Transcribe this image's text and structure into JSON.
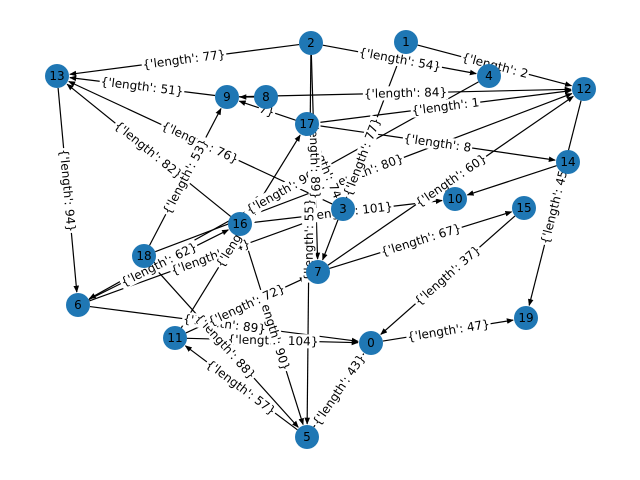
{
  "graph": {
    "directed": true,
    "node_color": "#1f77b4",
    "nodes": [
      {
        "id": "0",
        "label": "0"
      },
      {
        "id": "1",
        "label": "1"
      },
      {
        "id": "2",
        "label": "2"
      },
      {
        "id": "3",
        "label": "3"
      },
      {
        "id": "4",
        "label": "4"
      },
      {
        "id": "5",
        "label": "5"
      },
      {
        "id": "6",
        "label": "6"
      },
      {
        "id": "7",
        "label": "7"
      },
      {
        "id": "8",
        "label": "8"
      },
      {
        "id": "9",
        "label": "9"
      },
      {
        "id": "10",
        "label": "10"
      },
      {
        "id": "11",
        "label": "11"
      },
      {
        "id": "12",
        "label": "12"
      },
      {
        "id": "13",
        "label": "13"
      },
      {
        "id": "14",
        "label": "14"
      },
      {
        "id": "15",
        "label": "15"
      },
      {
        "id": "16",
        "label": "16"
      },
      {
        "id": "17",
        "label": "17"
      },
      {
        "id": "18",
        "label": "18"
      },
      {
        "id": "19",
        "label": "19"
      }
    ],
    "edges": [
      {
        "source": "2",
        "target": "13",
        "label": "{'length': 77}"
      },
      {
        "source": "2",
        "target": "4",
        "label": "{'length': 54}"
      },
      {
        "source": "1",
        "target": "12",
        "label": "{'length': 2"
      },
      {
        "source": "9",
        "target": "13",
        "label": "{'length': 51}"
      },
      {
        "source": "8",
        "target": "9",
        "label": ""
      },
      {
        "source": "17",
        "target": "9",
        "label": "7}"
      },
      {
        "source": "16",
        "target": "13",
        "label": "{'length': 82}"
      },
      {
        "source": "3",
        "target": "13",
        "label": "{'length': 76}"
      },
      {
        "source": "13",
        "target": "6",
        "label": "{'length': 94}"
      },
      {
        "source": "17",
        "target": "12",
        "label": "{'length': 1"
      },
      {
        "source": "9",
        "target": "12",
        "label": "{'length': 84}"
      },
      {
        "source": "18",
        "target": "12",
        "label": "{'length': 80}"
      },
      {
        "source": "7",
        "target": "12",
        "label": "{'length': 60}"
      },
      {
        "source": "17",
        "target": "14",
        "label": "{'length': 8"
      },
      {
        "source": "16",
        "target": "10",
        "label": "{'length': 101}"
      },
      {
        "source": "6",
        "target": "3",
        "label": "{'length': 84}"
      },
      {
        "source": "7",
        "target": "15",
        "label": "{'length': 67}"
      },
      {
        "source": "12",
        "target": "19",
        "label": "{'length': 45}"
      },
      {
        "source": "0",
        "target": "19",
        "label": "{'length': 47}"
      },
      {
        "source": "11",
        "target": "0",
        "label": "{'length': 104}"
      },
      {
        "source": "6",
        "target": "0",
        "label": "{'length': 89}"
      },
      {
        "source": "5",
        "target": "11",
        "label": "{'length': 57}"
      },
      {
        "source": "18",
        "target": "5",
        "label": "{'length': 88}"
      },
      {
        "source": "16",
        "target": "5",
        "label": "{'length': 90}"
      },
      {
        "source": "5",
        "target": "0",
        "label": "{'length': 43}"
      },
      {
        "source": "2",
        "target": "5",
        "label": "{'length': 55}"
      },
      {
        "source": "6",
        "target": "16",
        "label": "{'length': 62}"
      },
      {
        "source": "11",
        "target": "7",
        "label": "{'length': 72}"
      },
      {
        "source": "11",
        "target": "17",
        "label": "{'length': 73}"
      },
      {
        "source": "18",
        "target": "9",
        "label": "{'length': 53}"
      },
      {
        "source": "4",
        "target": "6",
        "label": "{'length': 96}"
      },
      {
        "source": "17",
        "target": "3",
        "label": "{'length': 74}"
      },
      {
        "source": "15",
        "target": "0",
        "label": "{'length': 37}"
      },
      {
        "source": "2",
        "target": "7",
        "label": "{'length': 89}"
      },
      {
        "source": "1",
        "target": "7",
        "label": "{'length': 77}"
      },
      {
        "source": "14",
        "target": "10",
        "label": ""
      }
    ]
  }
}
